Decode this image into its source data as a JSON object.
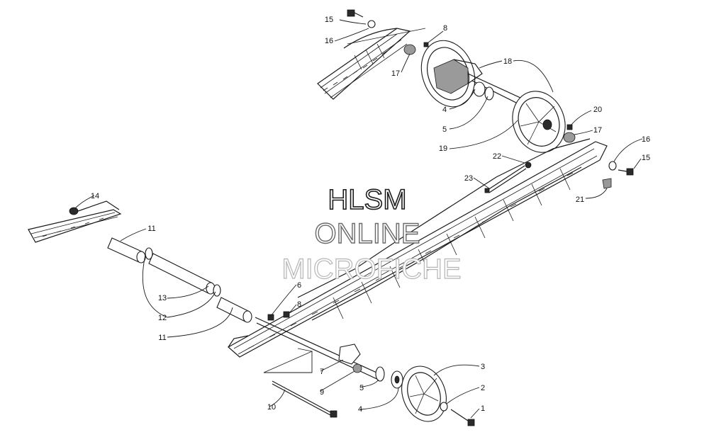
{
  "watermark": {
    "line1": "HLSM",
    "line2": "ONLINE",
    "line3": "MICROFICHE"
  },
  "callouts": [
    {
      "id": "c15a",
      "label": "15"
    },
    {
      "id": "c16a",
      "label": "16"
    },
    {
      "id": "c8a",
      "label": "8"
    },
    {
      "id": "c17a",
      "label": "17"
    },
    {
      "id": "c18",
      "label": "18"
    },
    {
      "id": "c4a",
      "label": "4"
    },
    {
      "id": "c5a",
      "label": "5"
    },
    {
      "id": "c20",
      "label": "20"
    },
    {
      "id": "c17b",
      "label": "17"
    },
    {
      "id": "c19",
      "label": "19"
    },
    {
      "id": "c16b",
      "label": "16"
    },
    {
      "id": "c15b",
      "label": "15"
    },
    {
      "id": "c22",
      "label": "22"
    },
    {
      "id": "c23",
      "label": "23"
    },
    {
      "id": "c21",
      "label": "21"
    },
    {
      "id": "c14",
      "label": "14"
    },
    {
      "id": "c11a",
      "label": "11"
    },
    {
      "id": "c13",
      "label": "13"
    },
    {
      "id": "c12",
      "label": "12"
    },
    {
      "id": "c11b",
      "label": "11"
    },
    {
      "id": "c6",
      "label": "6"
    },
    {
      "id": "c8b",
      "label": "8"
    },
    {
      "id": "c7",
      "label": "7"
    },
    {
      "id": "c9",
      "label": "9"
    },
    {
      "id": "c10",
      "label": "10"
    },
    {
      "id": "c5b",
      "label": "5"
    },
    {
      "id": "c4b",
      "label": "4"
    },
    {
      "id": "c3",
      "label": "3"
    },
    {
      "id": "c2",
      "label": "2"
    },
    {
      "id": "c1",
      "label": "1"
    }
  ]
}
